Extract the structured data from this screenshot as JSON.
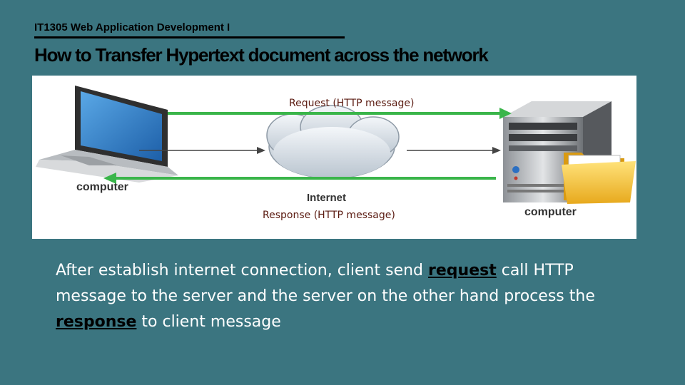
{
  "slide": {
    "course": "IT1305 Web Application Development I",
    "title": "How to Transfer  Hypertext document across the network"
  },
  "diagram": {
    "request_label": "Request (HTTP message)",
    "response_label": "Response (HTTP message)",
    "client_label": "computer",
    "server_label": "computer",
    "internet_label": "Internet",
    "arrow_color": "#3ab54a"
  },
  "body": {
    "part1": "After establish internet connection, client send ",
    "kw1": "request",
    "part2": " call HTTP message to the server and  the server on the other hand process the ",
    "kw2": "response",
    "part3": " to client message"
  }
}
